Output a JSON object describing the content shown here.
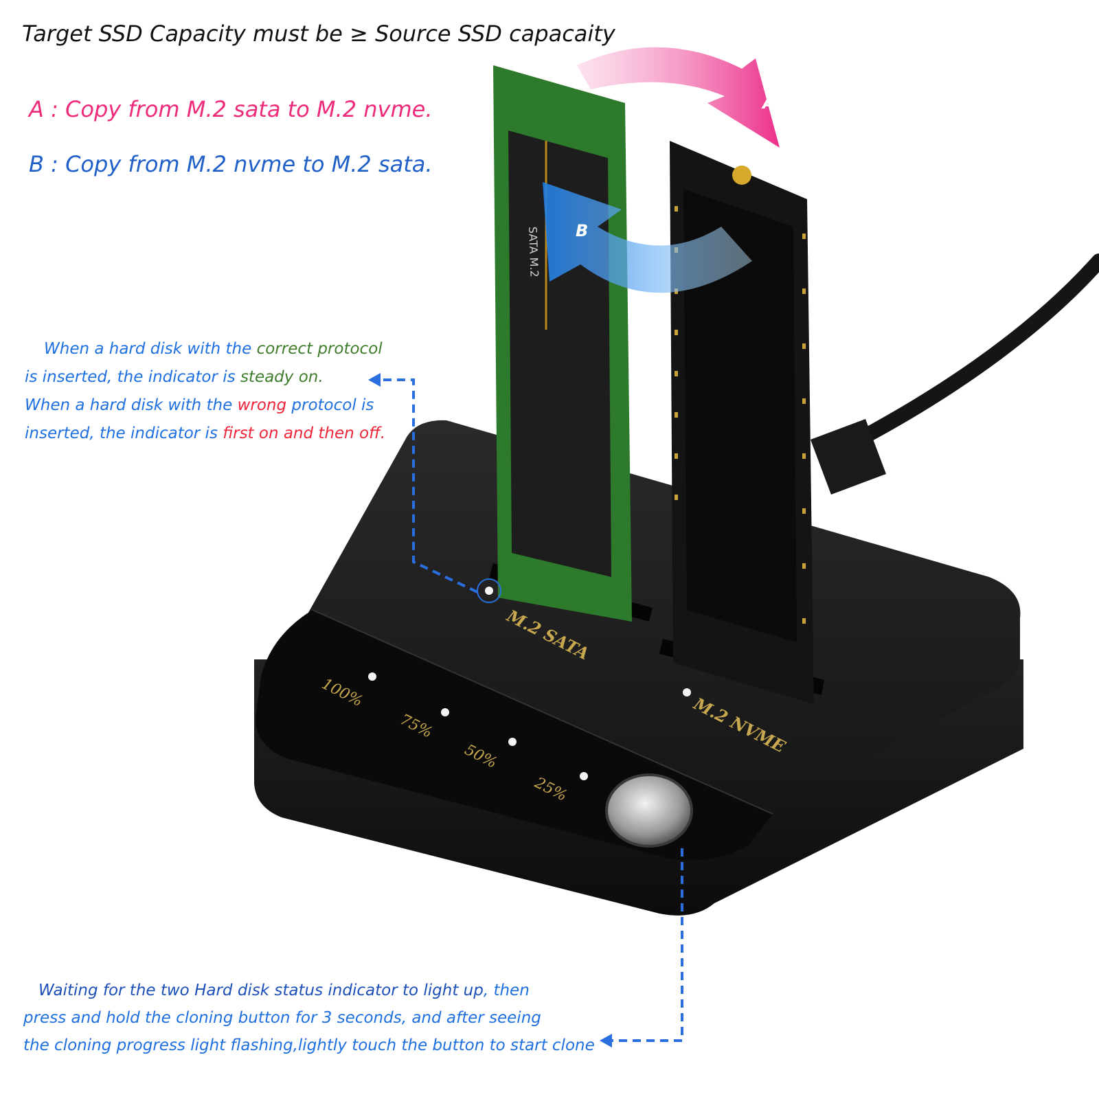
{
  "headline": "Target SSD Capacity must be ≥ Source SSD capacaity",
  "modes": {
    "a": "A : Copy from M.2 sata to M.2 nvme.",
    "b": "B : Copy from M.2 nvme to M.2 sata.",
    "a_badge": "A",
    "b_badge": "B"
  },
  "protocol_note": {
    "l1_a": "When a hard disk with the ",
    "l1_b": "correct protocol",
    "l2_a": "is inserted, the indicator is ",
    "l2_b": "steady on.",
    "l3_a": "When a hard disk with the ",
    "l3_b": "wrong",
    "l3_c": " protocol is",
    "l4_a": "inserted, the indicator is ",
    "l4_b": "first on and then off."
  },
  "clone_note": {
    "l1_a": "Waiting for the two Hard disk status indicator to light up",
    "l1_b": ", then",
    "l2": "press and hold the cloning button for 3 seconds, and after seeing",
    "l3": "the cloning progress light flashing,lightly touch the button to start clone"
  },
  "dock": {
    "slot_sata": "M.2 SATA",
    "slot_nvme": "M.2 NVME",
    "ssd_sata_print": "SATA M.2",
    "progress": [
      "100%",
      "75%",
      "50%",
      "25%"
    ]
  },
  "colors": {
    "pink": "#ee2a7b",
    "blue": "#1f5fc8",
    "note_blue": "#1e6fe0",
    "green": "#3f7d2a",
    "red": "#f0243a",
    "dock_black": "#1a1a1a",
    "label_gold": "#c8a84e"
  },
  "icons": [
    "pink-curved-arrow-icon",
    "blue-curved-arrow-icon",
    "dashed-arrow-icon"
  ]
}
